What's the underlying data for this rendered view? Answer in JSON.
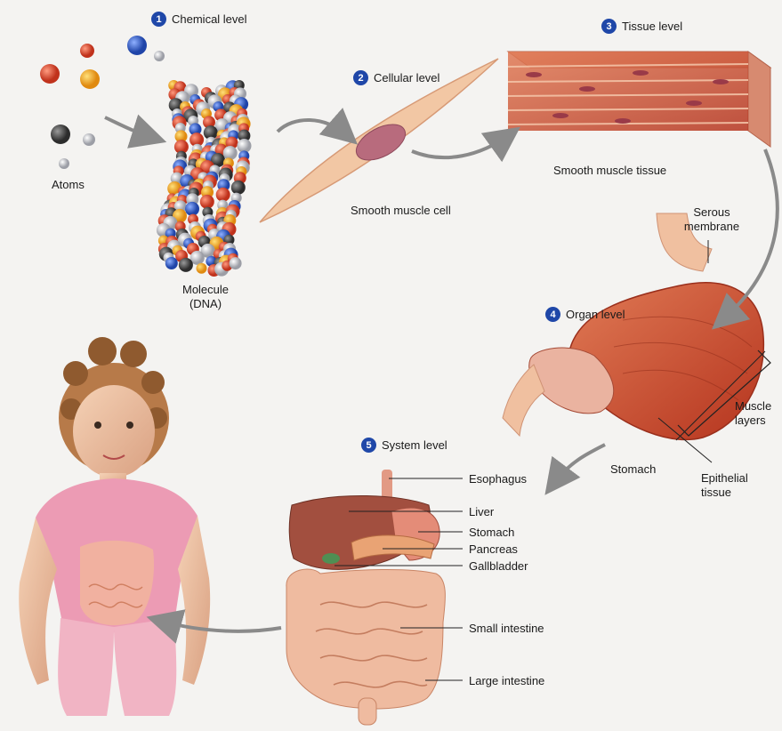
{
  "levels": [
    {
      "num": "1",
      "label": "Chemical level"
    },
    {
      "num": "2",
      "label": "Cellular level"
    },
    {
      "num": "3",
      "label": "Tissue level"
    },
    {
      "num": "4",
      "label": "Organ level"
    },
    {
      "num": "5",
      "label": "System level"
    }
  ],
  "labels": {
    "atoms": "Atoms",
    "molecule": "Molecule",
    "dna": "(DNA)",
    "smooth_muscle_cell": "Smooth muscle cell",
    "smooth_muscle_tissue": "Smooth muscle tissue",
    "serous": "Serous",
    "membrane": "membrane",
    "muscle": "Muscle",
    "layers": "layers",
    "stomach_organ": "Stomach",
    "epithelial": "Epithelial",
    "tissue": "tissue",
    "esophagus": "Esophagus",
    "liver": "Liver",
    "stomach": "Stomach",
    "pancreas": "Pancreas",
    "gallbladder": "Gallbladder",
    "small_intestine": "Small intestine",
    "large_intestine": "Large intestine"
  },
  "colors": {
    "level_badge": "#1f47a8",
    "muscle": "#c8502e",
    "skin": "#eab99a",
    "shirt": "#ec9bb4",
    "arrow": "#8a8a8a"
  }
}
